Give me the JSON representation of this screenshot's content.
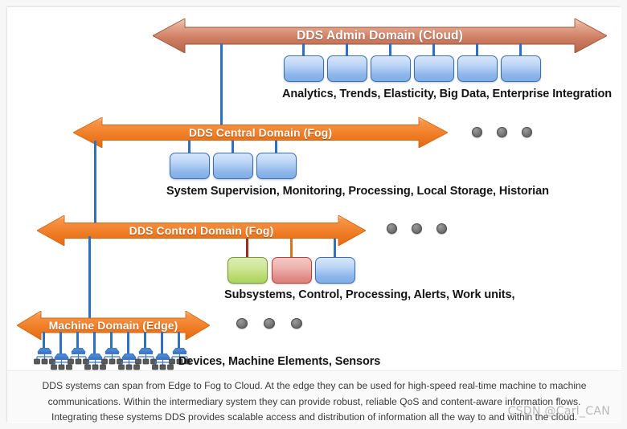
{
  "tiers": [
    {
      "id": "admin",
      "label": "DDS Admin Domain (Cloud)",
      "caption": "Analytics, Trends, Elasticity, Big Data, Enterprise Integration",
      "arrow_color_light": "#e5a58c",
      "arrow_color_dark": "#b4664a",
      "node_count": 6,
      "has_dots": false
    },
    {
      "id": "central",
      "label": "DDS Central Domain (Fog)",
      "caption": "System Supervision,  Monitoring, Processing, Local Storage, Historian",
      "arrow_color_light": "#f79548",
      "arrow_color_dark": "#e2701b",
      "node_count": 3,
      "has_dots": true
    },
    {
      "id": "control",
      "label": "DDS Control Domain (Fog)",
      "caption": "Subsystems, Control, Processing, Alerts, Work units,",
      "arrow_color_light": "#f79548",
      "arrow_color_dark": "#e2701b",
      "node_count": 3,
      "has_dots": true
    },
    {
      "id": "machine",
      "label": "Machine Domain (Edge)",
      "caption": "Devices, Machine Elements, Sensors",
      "arrow_color_light": "#f79548",
      "arrow_color_dark": "#e2701b",
      "node_count": 9,
      "has_dots": true
    }
  ],
  "control_nodes": [
    {
      "kind": "green",
      "stem_color": "#9e2b24"
    },
    {
      "kind": "red",
      "stem_color": "#e2701b"
    },
    {
      "kind": "blue",
      "stem_color": "#2f6fc4"
    }
  ],
  "colors": {
    "stem_blue": "#2f6fc4",
    "node_blue_border": "#3a6fb5",
    "dot_gray": "#6f6f6f",
    "arrow_text": "#ffffff",
    "caption_text": "#141414"
  },
  "footer": {
    "text": "DDS systems can span from Edge to Fog to Cloud. At the edge they can be used for high-speed real-time machine to machine communications. Within the intermediary system they can provide robust, reliable QoS and content-aware information flows. Integrating these systems DDS provides scalable access and distribution of information all the way to and within the cloud."
  },
  "watermark": {
    "text": "CSDN @Carl_CAN"
  }
}
